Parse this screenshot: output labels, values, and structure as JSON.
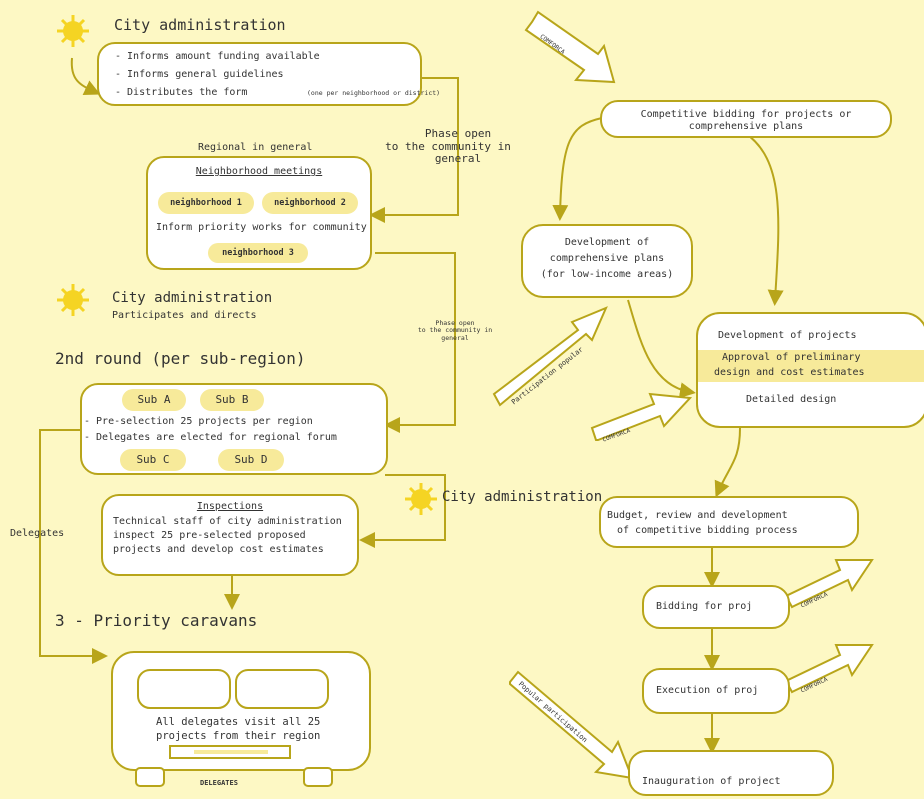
{
  "colors": {
    "background": "#fdf8c4",
    "stroke": "#b8a51a",
    "highlight": "#f7ea9a",
    "box": "#ffffff",
    "sun": "#f5d423"
  },
  "left": {
    "city_admin_1": {
      "title": "City administration",
      "lines": [
        "- Informs amount funding available",
        "- Informs general guidelines",
        "- Distributes the form"
      ],
      "form_note": "(one per neighborhood or district)"
    },
    "phase_open_1": [
      "Phase open",
      "to the community in",
      "general"
    ],
    "regional_label": "Regional in general",
    "meetings": {
      "title": "Neighborhood meetings",
      "n1": "neighborhood 1",
      "n2": "neighborhood 2",
      "inform": "Inform priority works for community",
      "n3": "neighborhood 3"
    },
    "city_admin_2": {
      "title": "City administration",
      "sub": "Participates and directs"
    },
    "phase_open_2": [
      "Phase open",
      "to the community in",
      "general"
    ],
    "second_round": {
      "heading": "2nd round (per sub-region)",
      "sub_a": "Sub A",
      "sub_b": "Sub B",
      "sub_c": "Sub C",
      "sub_d": "Sub D",
      "line1": "- Pre-selection 25 projects per region",
      "line2": "- Delegates are elected for regional forum"
    },
    "delegates_label": "Delegates",
    "inspections": {
      "title": "Inspections",
      "lines": [
        "Technical staff of city administration",
        "inspect 25 pre-selected proposed",
        "projects and develop cost estimates"
      ]
    },
    "priority_heading": "3 - Priority caravans",
    "bus": {
      "lines": [
        "All delegates visit all 25",
        "projects from their region"
      ],
      "plate": "DELEGATES"
    }
  },
  "right": {
    "arrow_top": "COMFORCA",
    "bidding_plans": [
      "Competitive bidding for projects or",
      "comprehensive plans"
    ],
    "development_plans": [
      "Development of",
      "comprehensive plans",
      "(for low-income areas)"
    ],
    "arrow_participation": "Participation popular",
    "projects": {
      "title": "Development of projects",
      "approval": [
        "Approval of preliminary",
        "design and cost estimates"
      ],
      "detailed": "Detailed design"
    },
    "arrow_comforca_2": "COMFORCA",
    "city_admin_3": "City administration",
    "budget": [
      "Budget, review and development",
      "of competitive bidding process"
    ],
    "bidding": "Bidding for proj",
    "arrow_comforca_3": "COMFORCA",
    "execution": "Execution of proj",
    "arrow_comforca_4": "COMFORCA",
    "arrow_popular": "Popular participation",
    "inauguration": "Inauguration of project"
  }
}
